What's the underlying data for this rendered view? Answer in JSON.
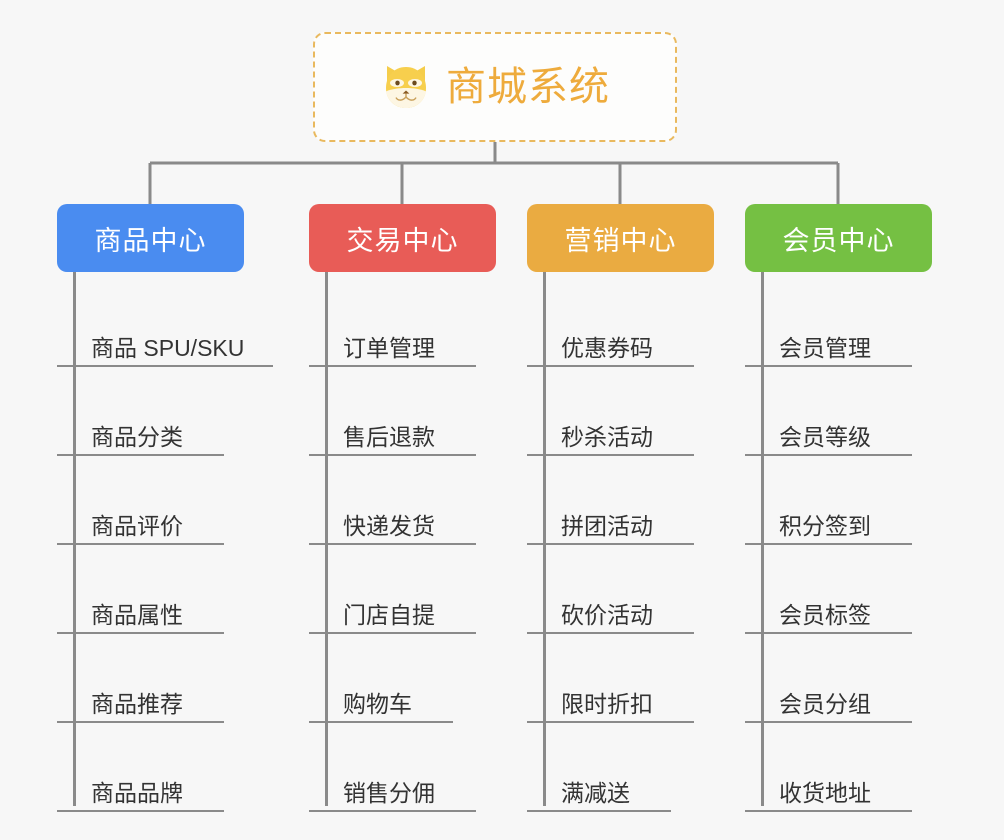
{
  "root": {
    "title": "商城系统",
    "icon": "shiba-inu-dog-face-icon",
    "border_color": "#e9b95e",
    "text_color": "#eeab3c",
    "background": "#fdfdfc"
  },
  "canvas": {
    "background": "#f7f7f7",
    "connector_color": "#8a8a8a"
  },
  "branches": [
    {
      "id": "product-center",
      "label": "商品中心",
      "color": "#4a8cf0",
      "leaves": [
        "商品 SPU/SKU",
        "商品分类",
        "商品评价",
        "商品属性",
        "商品推荐",
        "商品品牌"
      ]
    },
    {
      "id": "trade-center",
      "label": "交易中心",
      "color": "#e85c57",
      "leaves": [
        "订单管理",
        "售后退款",
        "快递发货",
        "门店自提",
        "购物车",
        "销售分佣"
      ]
    },
    {
      "id": "marketing-center",
      "label": "营销中心",
      "color": "#eaab41",
      "leaves": [
        "优惠券码",
        "秒杀活动",
        "拼团活动",
        "砍价活动",
        "限时折扣",
        "满减送"
      ]
    },
    {
      "id": "member-center",
      "label": "会员中心",
      "color": "#75c043",
      "leaves": [
        "会员管理",
        "会员等级",
        "积分签到",
        "会员标签",
        "会员分组",
        "收货地址"
      ]
    }
  ]
}
